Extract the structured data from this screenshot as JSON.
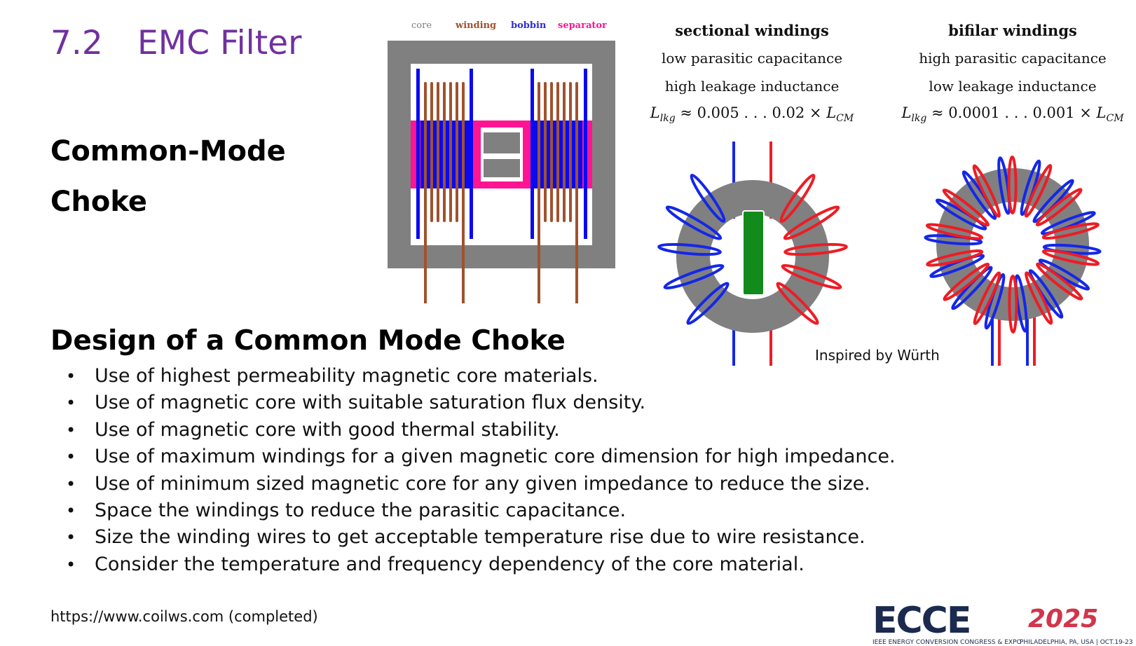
{
  "slide": {
    "number": "7.2",
    "title": "EMC Filter",
    "subtitle_line1": "Common-Mode",
    "subtitle_line2": "Choke",
    "design_heading": "Design of a Common Mode Choke",
    "bullets": [
      "Use of highest permeability magnetic core materials.",
      "Use of magnetic core with suitable saturation flux density.",
      "Use of magnetic core with good thermal stability.",
      "Use of maximum windings for a given magnetic core dimension for high impedance.",
      "Use of minimum sized magnetic core for any given impedance to reduce the size.",
      "Space the windings to reduce the parasitic capacitance.",
      "Size the winding wires to get acceptable temperature rise due to wire resistance.",
      "Consider the temperature and frequency dependency of the core material."
    ],
    "footer_link": "https://www.coilws.com (completed)",
    "credit": "Inspired by Würth"
  },
  "legend": {
    "core": "core",
    "winding": "winding",
    "bobbin": "bobbin",
    "separator": "separator"
  },
  "sectional": {
    "title": "sectional windings",
    "line1": "low parasitic capacitance",
    "line2": "high leakage inductance",
    "formula": "L_lkg ≈ 0.005 . . . 0.02 × L_CM",
    "formula_lhs": "L",
    "formula_lhs_sub": "lkg",
    "formula_mid": " ≈ 0.005 . . . 0.02 × ",
    "formula_rhs": "L",
    "formula_rhs_sub": "CM"
  },
  "bifilar": {
    "title": "bifilar windings",
    "line1": "high parasitic capacitance",
    "line2": "low leakage inductance",
    "formula": "L_lkg ≈ 0.0001 . . . 0.001 × L_CM",
    "formula_lhs": "L",
    "formula_lhs_sub": "lkg",
    "formula_mid": " ≈ 0.0001 . . . 0.001 × ",
    "formula_rhs": "L",
    "formula_rhs_sub": "CM"
  },
  "logo": {
    "name": "ECCE",
    "year": "2025",
    "tagline": "IEEE ENERGY CONVERSION CONGRESS & EXPO",
    "location": "PHILADELPHIA, PA, USA | OCT.19-23"
  },
  "colors": {
    "title": "#7030a0",
    "core": "#808080",
    "winding": "#a0522d",
    "bobbin": "#0a0af0",
    "separator": "#ff1493",
    "wire_red": "#ee1c24",
    "wire_blue": "#1427e8",
    "spacer_green": "#138a1c"
  }
}
